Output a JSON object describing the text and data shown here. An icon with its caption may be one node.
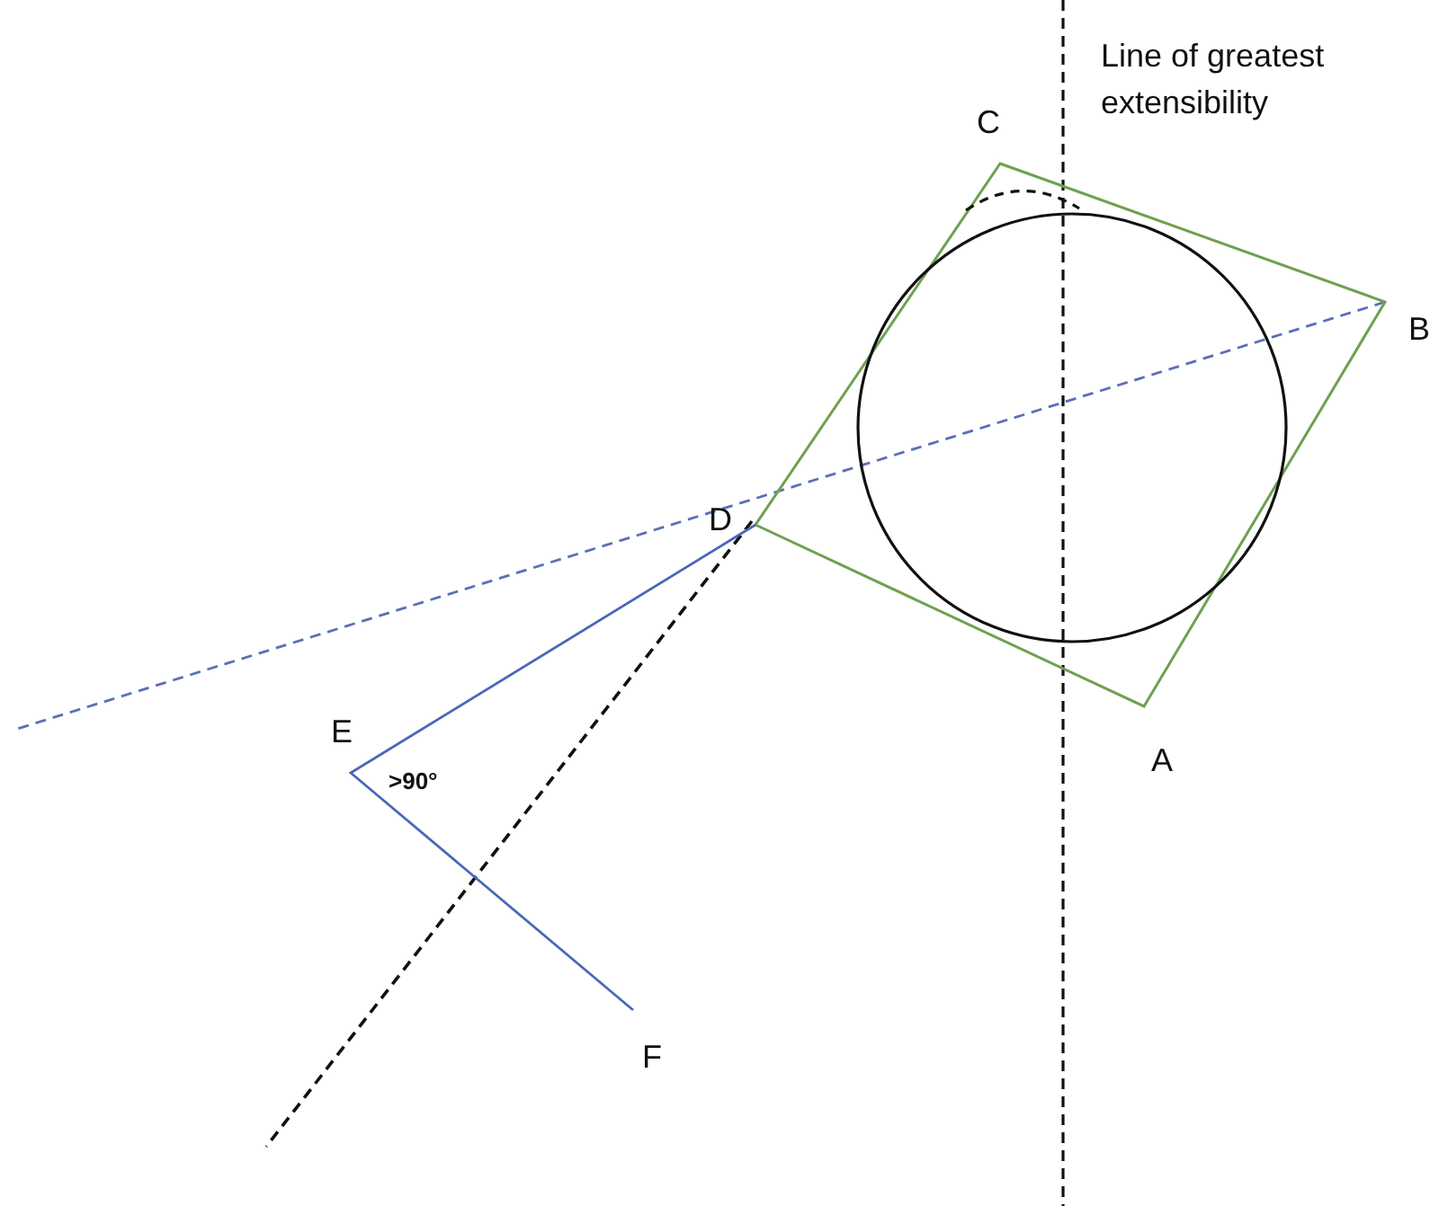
{
  "diagram": {
    "labels": [
      "Line of greatest extensibility",
      "C",
      "B",
      "D",
      "E",
      "A",
      ">90°",
      "F"
    ]
  }
}
